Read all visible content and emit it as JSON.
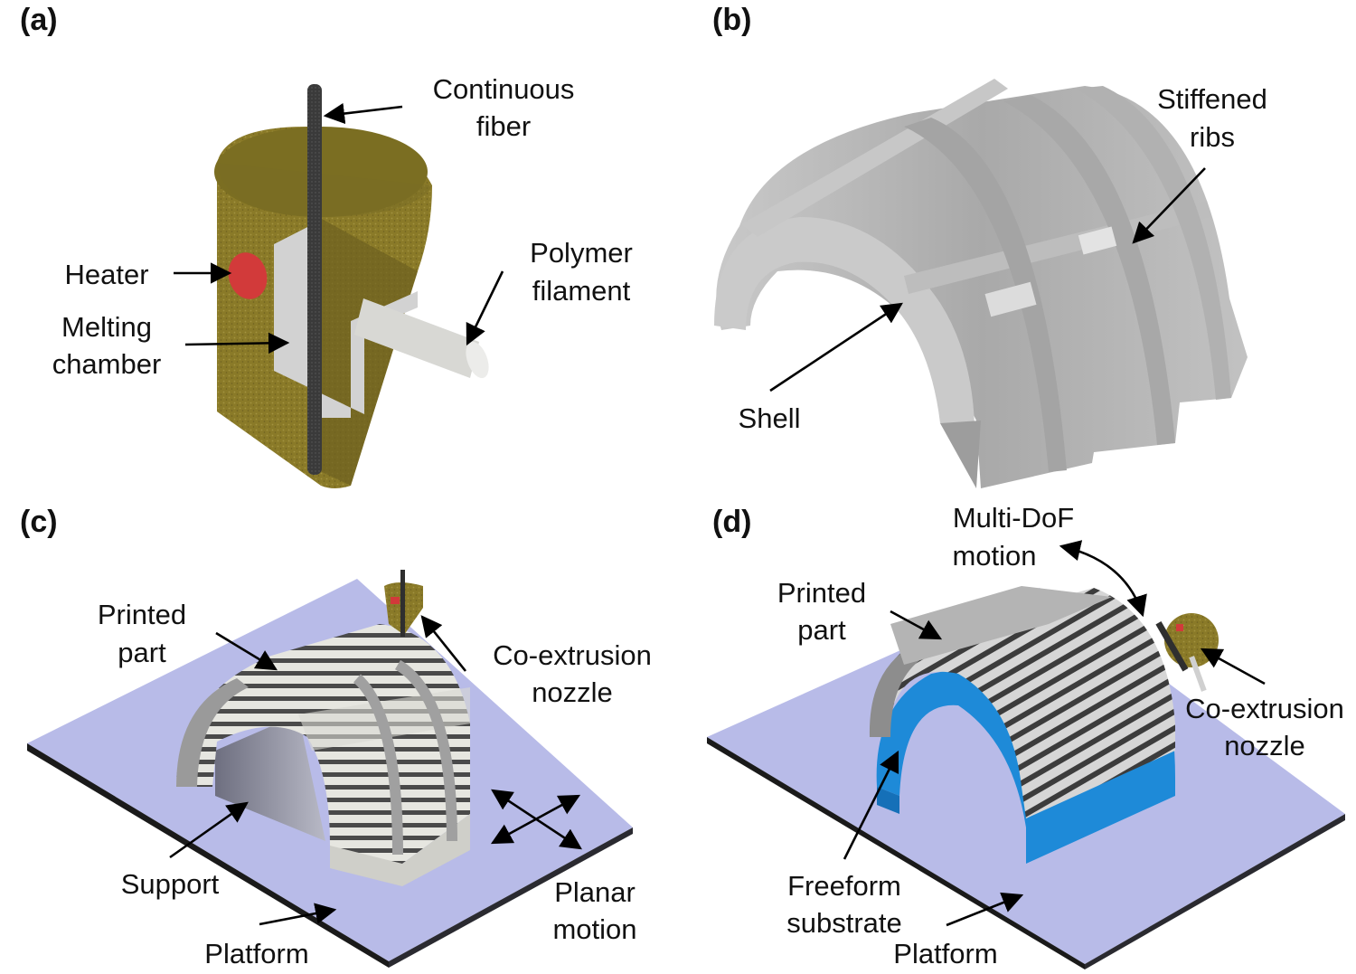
{
  "panels": {
    "a": {
      "tag": "(a)",
      "labels": {
        "fiber_1": "Continuous",
        "fiber_2": "fiber",
        "heater": "Heater",
        "chamber_1": "Melting",
        "chamber_2": "chamber",
        "filament_1": "Polymer",
        "filament_2": "filament"
      }
    },
    "b": {
      "tag": "(b)",
      "labels": {
        "ribs_1": "Stiffened",
        "ribs_2": "ribs",
        "shell": "Shell"
      }
    },
    "c": {
      "tag": "(c)",
      "labels": {
        "part_1": "Printed",
        "part_2": "part",
        "nozzle_1": "Co-extrusion",
        "nozzle_2": "nozzle",
        "support": "Support",
        "platform": "Platform",
        "motion_1": "Planar",
        "motion_2": "motion"
      }
    },
    "d": {
      "tag": "(d)",
      "labels": {
        "motion_1": "Multi-DoF",
        "motion_2": "motion",
        "part_1": "Printed",
        "part_2": "part",
        "nozzle_1": "Co-extrusion",
        "nozzle_2": "nozzle",
        "substrate_1": "Freeform",
        "substrate_2": "substrate",
        "platform": "Platform"
      }
    }
  },
  "colors": {
    "nozzle_body": "#8a7a28",
    "fiber": "#3a3a3a",
    "heater": "#d23a3a",
    "chamber": "#d2d2d2",
    "shell_grey": "#b8b8b8",
    "platform": "#b8bbe8",
    "substrate_blue": "#1e8ad8"
  }
}
